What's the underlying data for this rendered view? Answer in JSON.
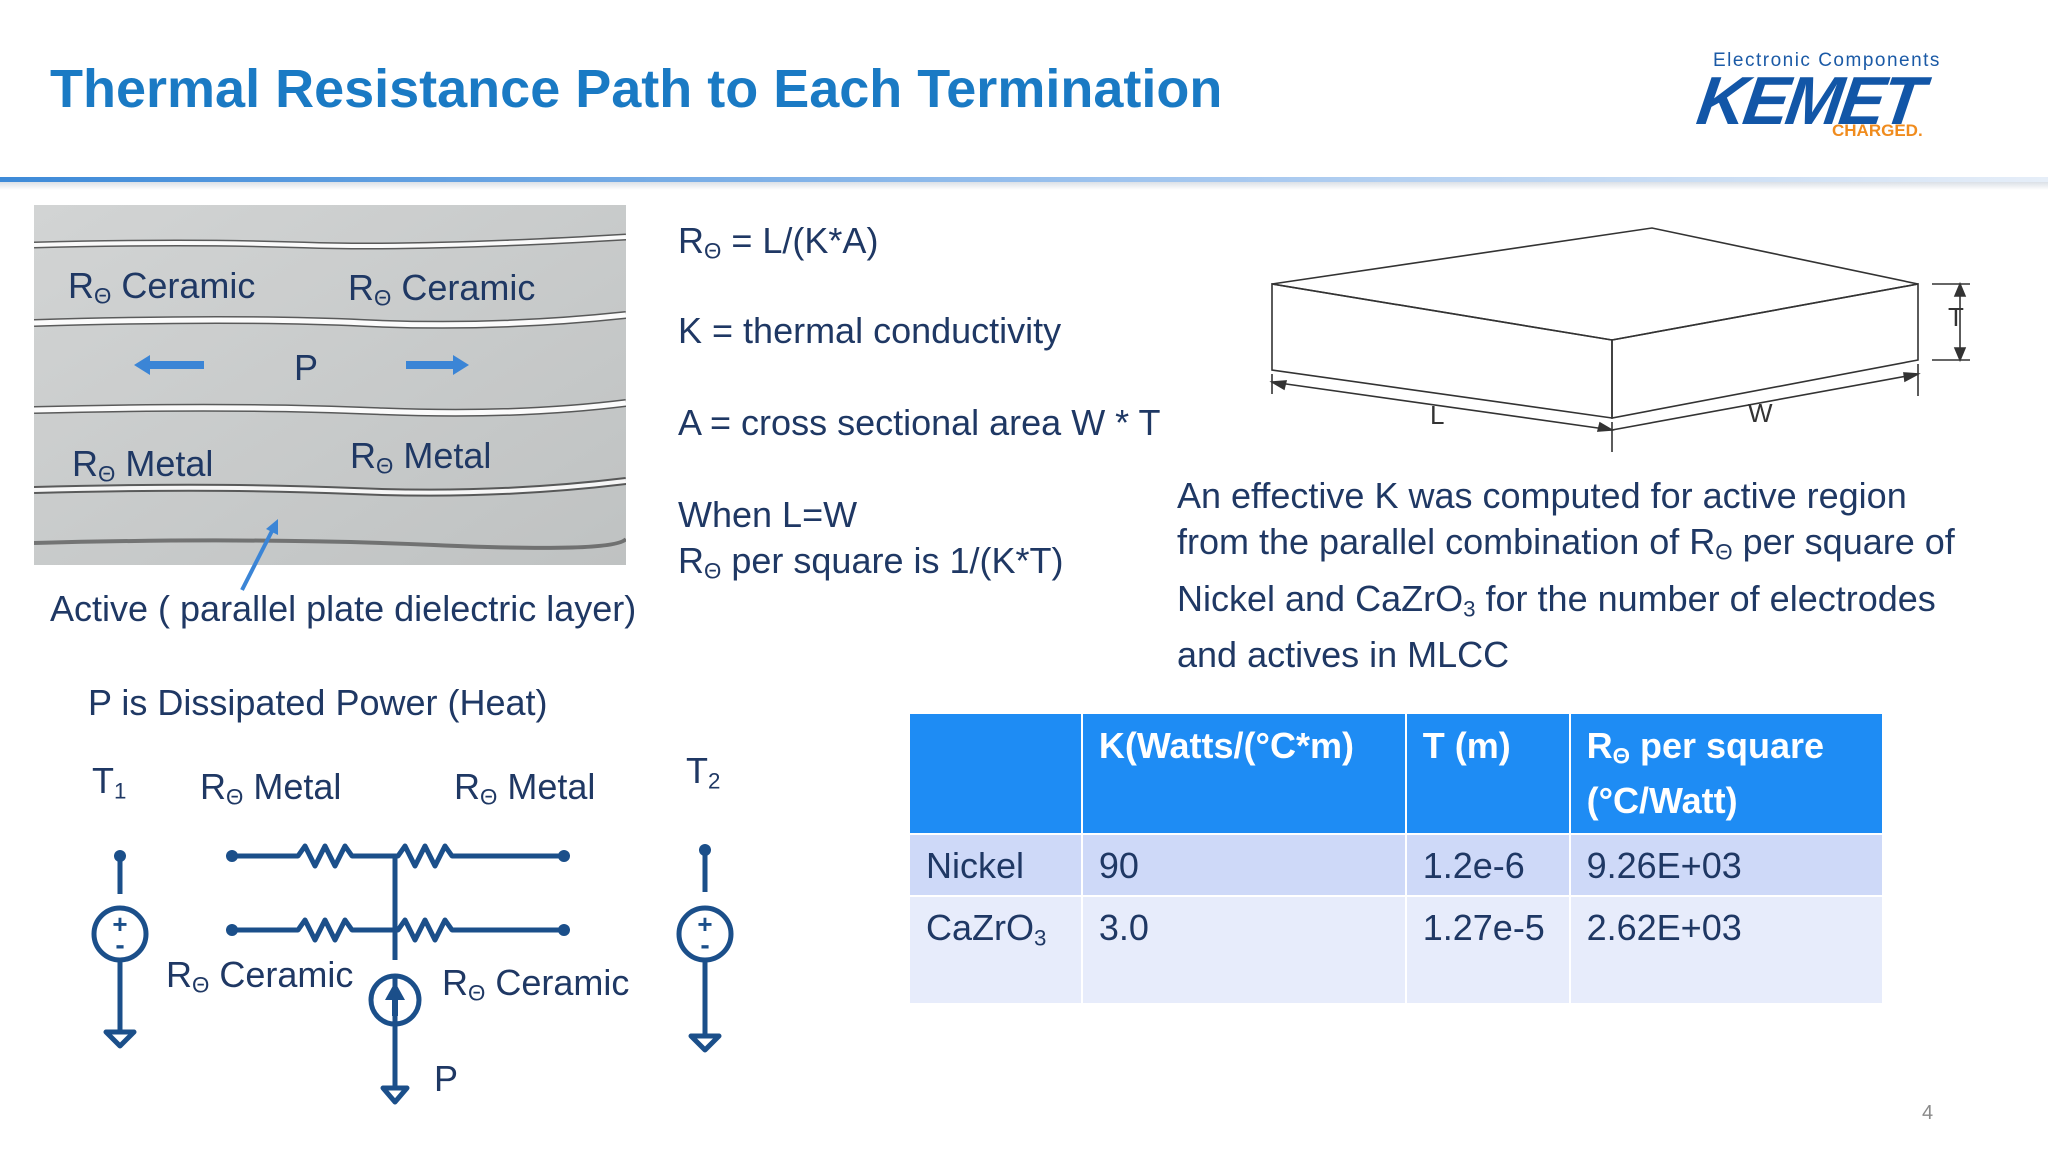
{
  "slide": {
    "title": "Thermal Resistance Path to Each Termination",
    "page_number": "4"
  },
  "logo": {
    "tagline": "Electronic Components",
    "wordmark": "KEMET",
    "sub": "CHARGED.",
    "brand_color": "#1256a7",
    "accent_color": "#f08c1e"
  },
  "symbol": "R",
  "theta": "Θ",
  "photo": {
    "ceramic_label": "Ceramic",
    "metal_label": "Metal",
    "p_label": "P"
  },
  "active_caption": "Active ( parallel plate dielectric layer)",
  "formulas": {
    "r_eq": "=  L/(K*A)",
    "k_def": "K = thermal conductivity",
    "a_def": "A = cross sectional area W * T",
    "when": "When L=W",
    "per_square": "per square is 1/(K*T)"
  },
  "box_diagram": {
    "t_label": "T",
    "l_label": "L",
    "w_label": "W"
  },
  "effective_note": {
    "part1": "An effective K was computed for active region from the parallel combination of R",
    "part2": "per square of Nickel and CaZrO",
    "sub3": "3",
    "part3": "for the number of electrodes and actives in MLCC"
  },
  "circuit": {
    "p_desc": "P is Dissipated Power (Heat)",
    "t1": "T",
    "t1_sub": "1",
    "t2": "T",
    "t2_sub": "2",
    "metal_label": "Metal",
    "ceramic_label": "Ceramic",
    "p_label": "P",
    "plus": "+",
    "minus": "-"
  },
  "table": {
    "headers": [
      "",
      "K(Watts/(°C*m)",
      "T (m)",
      "per square (°C/Watt)"
    ],
    "rows": [
      [
        "Nickel",
        "90",
        "1.2e-6",
        "9.26E+03"
      ],
      [
        "CaZrO",
        "3.0",
        "1.27e-5",
        "2.62E+03"
      ]
    ],
    "cazro_sub": "3",
    "header_color": "#1e8cf4"
  }
}
